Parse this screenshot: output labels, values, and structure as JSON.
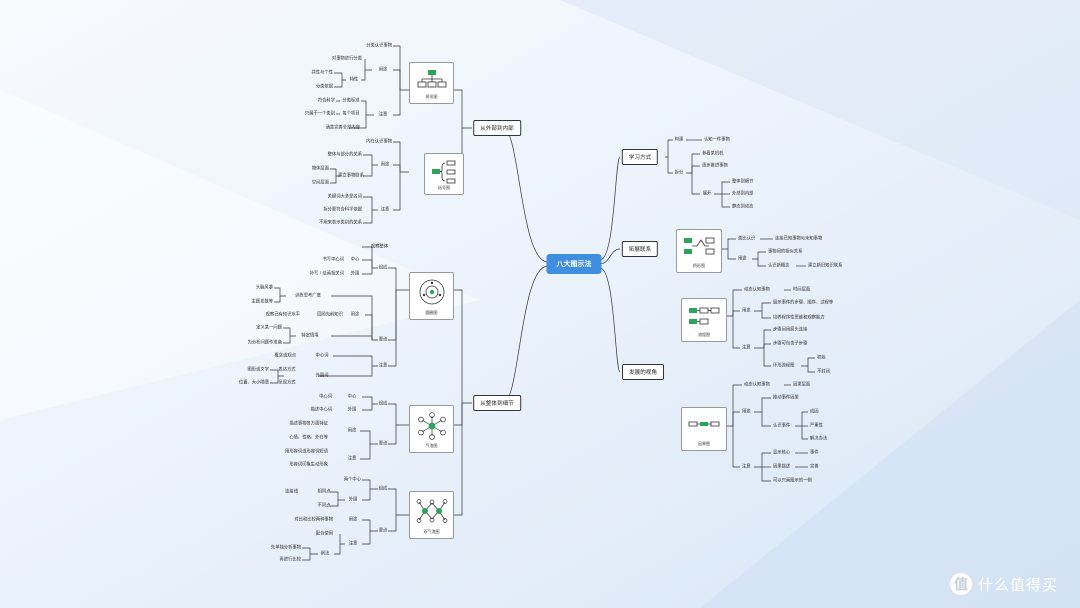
{
  "central": "八大图示法",
  "branches": {
    "b1": "从外部到内部",
    "b2": "从整体到细节",
    "b3": "学习方式",
    "b4": "拓展联系",
    "b5": "发展的视角"
  },
  "icons": {
    "tree": "树形图",
    "brace": "括号图",
    "circle": "圆圈图",
    "bubble": "气泡图",
    "double": "双气泡图",
    "bridge": "桥形图",
    "flow": "流程图",
    "multiflow": "因果图"
  },
  "tree": {
    "use": "用途",
    "note": "注意",
    "feature": "特性",
    "n1": "分类认识事物",
    "n2": "对事物进行分类",
    "n3": "共性与个性",
    "n4": "分类依据",
    "n5": "符合科学",
    "n6": "分类标准",
    "n7": "只属于一个类别",
    "n8": "每个项目",
    "n9": "涵盖完善全部内容"
  },
  "brace": {
    "use": "用途",
    "note": "注意",
    "n1": "内在认识事物",
    "n2": "整体与部分的关系",
    "n3": "物体层面",
    "n4": "建立事物联系",
    "n5": "空间层面",
    "n6": "关键词大多是名词",
    "n7": "拆分要符合科学依据",
    "n8": "不用来表示类别的关系"
  },
  "circle": {
    "compose": "组成",
    "key": "要点",
    "note": "注意",
    "n1": "观察整体",
    "n2": "中心",
    "n3": "书写中心词",
    "n4": "外围",
    "n5": "补写 / 绘画相关词",
    "n6": "头脑风暴",
    "n7": "训练思考广度",
    "n8": "主题发散等",
    "n9": "观察已有知识水平",
    "n10": "回顾先前知识",
    "n11": "用途",
    "n12": "定义某一问题",
    "n13": "特定情境",
    "n14": "为分析问题作准备",
    "n15": "概念或观点",
    "n16": "中心词",
    "n17": "图形或文字",
    "n18": "表达方式",
    "n19": "外围词",
    "n20": "位置、大小随意",
    "n21": "呈现方式"
  },
  "bubble": {
    "compose": "组成",
    "key": "要点",
    "n1": "中心词",
    "n2": "中心",
    "n3": "描述中心词",
    "n4": "外围",
    "n5": "描述事物各方面特征",
    "n6": "心情、性格、外在等",
    "n7": "用途",
    "n8": "用形容词或形容词短语",
    "n9": "注意",
    "n10": "形容词印象生动形象"
  },
  "double": {
    "compose": "组成",
    "key": "要点",
    "n1": "两个中心",
    "n2": "相同点",
    "n3": "外围",
    "n4": "连接线",
    "n5": "不同点",
    "n6": "对比和比较两种事物",
    "n7": "用途",
    "n8": "配合使用",
    "n9": "注意",
    "n10": "先单独分析事物",
    "n11": "例法",
    "n12": "再进行比较"
  },
  "study": {
    "n1": "构建",
    "n2": "认知一件事物",
    "n3": "拆分",
    "n4": "参看某机机",
    "n5": "逐步推进事物",
    "n6": "展开",
    "n7": "整体到细节",
    "n8": "外部到内部",
    "n9": "静态到动态"
  },
  "bridge": {
    "n1": "类比认识",
    "n2": "连接已知事物与未知事物",
    "n3": "用途",
    "n4": "事物间的相似关系",
    "n5": "认识新概念",
    "n6": "建立新旧知识联系"
  },
  "flow": {
    "n1": "动态认知事物",
    "n2": "时间层面",
    "n3": "展示事件的步骤、顺序、过程等",
    "n4": "用途",
    "n5": "培养程序性思维和观察能力",
    "n6": "注意",
    "n7": "步骤间用箭头连接",
    "n8": "步骤可包含子步骤",
    "n9": "环形流程图",
    "n10": "初始",
    "n11": "不封闭"
  },
  "multi": {
    "n1": "动态认知事物",
    "n2": "因果层面",
    "n3": "用途",
    "n4": "推动事件因果",
    "n5": "认识事件",
    "n6": "成因",
    "n7": "严重性",
    "n8": "解决办法",
    "n9": "注意",
    "n10": "显示核心",
    "n11": "事件",
    "n12": "因果描述",
    "n13": "完善",
    "n14": "可以只画图示的一侧"
  },
  "watermark": {
    "logo": "值",
    "text": "什么值得买"
  },
  "colors": {
    "central": "#3f8fe0",
    "accent": "#2ca55a",
    "line": "#333333"
  }
}
